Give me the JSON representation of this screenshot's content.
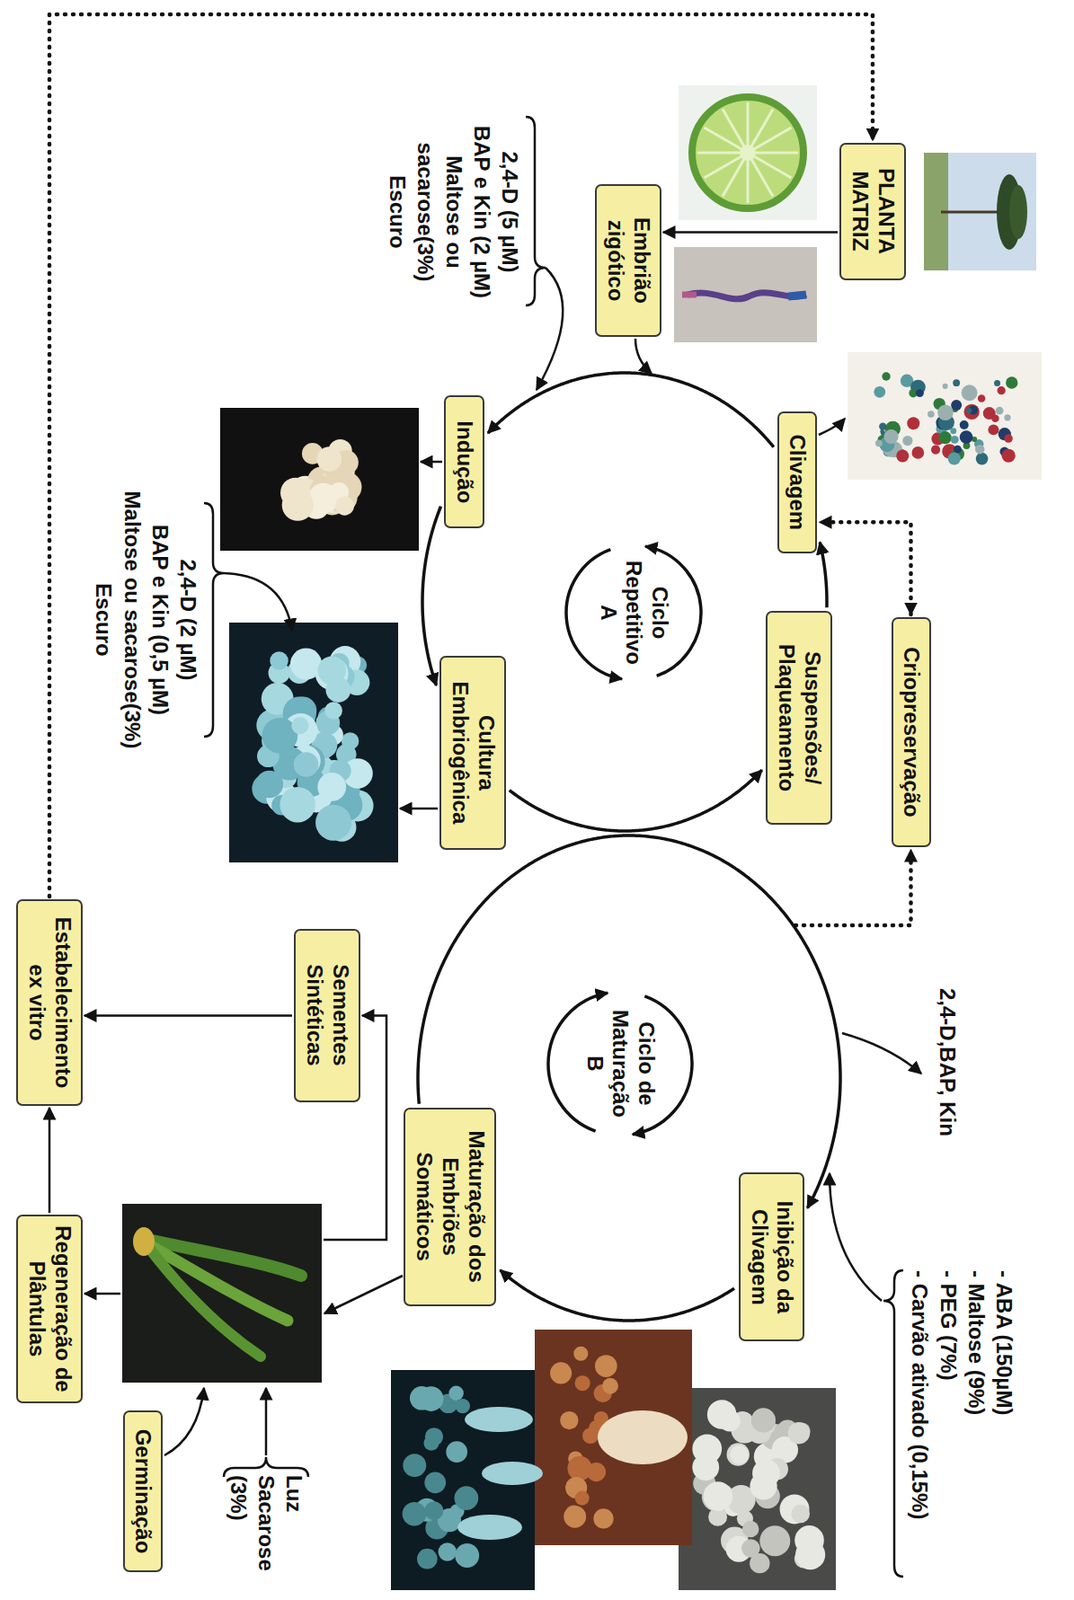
{
  "diagram": {
    "nodes": [
      {
        "text": [
          "PLANTA MATRIZ"
        ]
      },
      {
        "text": [
          "Embrião zigótico"
        ]
      },
      {
        "text": [
          "Clivagem"
        ]
      },
      {
        "text": [
          "Criopreservação"
        ]
      },
      {
        "text": [
          "Ciclo Repetitivo A"
        ]
      },
      {
        "text": [
          "Indução"
        ]
      },
      {
        "text": [
          "Suspensões/ Plaqueamento"
        ]
      },
      {
        "text": [
          "Cultura Embriogênica"
        ]
      },
      {
        "text": [
          "Ciclo de Maturação B"
        ]
      },
      {
        "text": [
          "Inibição da Clivagem"
        ]
      },
      {
        "text": [
          "Maturação dos Embriões Somáticos"
        ]
      },
      {
        "text": [
          "Sementes Sintéticas"
        ]
      },
      {
        "text": [
          "Estabelecimento ex vitro"
        ]
      },
      {
        "text": [
          "Regeneração de Plântulas"
        ]
      },
      {
        "text": [
          "Germinação"
        ]
      }
    ],
    "edges": [
      {
        "from": 0,
        "to": 1,
        "arrow": "to"
      },
      {
        "from": 5,
        "to": 7,
        "arrow": "to"
      },
      {
        "from": 7,
        "to": 6,
        "arrow": "to"
      },
      {
        "from": 6,
        "to": 2,
        "arrow": "to"
      },
      {
        "from": 2,
        "to": 5,
        "arrow": "to"
      },
      {
        "from": 3,
        "to": 2,
        "arrow": "both"
      },
      {
        "from": 9,
        "to": 10,
        "arrow": "to"
      },
      {
        "from": 10,
        "to": 9,
        "arrow": "to"
      },
      {
        "from": 11,
        "to": 12,
        "arrow": "to"
      },
      {
        "from": 13,
        "to": 12,
        "arrow": "to"
      },
      {
        "from": 12,
        "to": 0,
        "arrow": "to"
      }
    ],
    "labels": [
      "2,4-D (5 µM)",
      "BAP e Kin (2 µM)",
      "Maltose ou sacarose(3%)",
      "Escuro",
      "2,4-D (2 µM)",
      "BAP e Kin (0,5 µM)",
      "Maltose ou sacarose(3%)",
      "Escuro",
      "2,4-D,BAP, Kin",
      "- ABA (150µM)",
      "- Maltose (9%)",
      "- PEG (7%)",
      "- Carvão ativado (0,15%)",
      "Luz",
      "Sacarose (3%)"
    ]
  }
}
